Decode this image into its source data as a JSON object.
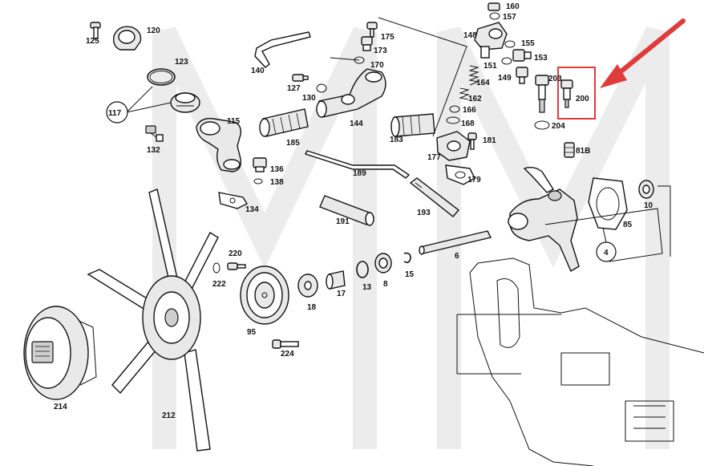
{
  "diagram": {
    "part_numbers": {
      "p125": "125",
      "p120": "120",
      "p123": "123",
      "p117": "117",
      "p132": "132",
      "p115": "115",
      "p136": "136",
      "p138": "138",
      "p134": "134",
      "p140": "140",
      "p175": "175",
      "p173": "173",
      "p170": "170",
      "p127": "127",
      "p130": "130",
      "p144": "144",
      "p185": "185",
      "p183": "183",
      "p189": "189",
      "p191": "191",
      "p193": "193",
      "p160": "160",
      "p157": "157",
      "p148": "148",
      "p155": "155",
      "p153": "153",
      "p151": "151",
      "p149": "149",
      "p164": "164",
      "p162": "162",
      "p166": "166",
      "p168": "168",
      "p177": "177",
      "p181": "181",
      "p179": "179",
      "p203": "203",
      "p200": "200",
      "p204": "204",
      "p81b": "81B",
      "p10": "10",
      "p85": "85",
      "p4": "4",
      "p220": "220",
      "p222": "222",
      "p95": "95",
      "p224": "224",
      "p18": "18",
      "p17": "17",
      "p13": "13",
      "p8": "8",
      "p15": "15",
      "p6": "6",
      "p214": "214",
      "p212": "212"
    },
    "highlight_color": "#e03b3b",
    "highlighted_part": "200"
  }
}
